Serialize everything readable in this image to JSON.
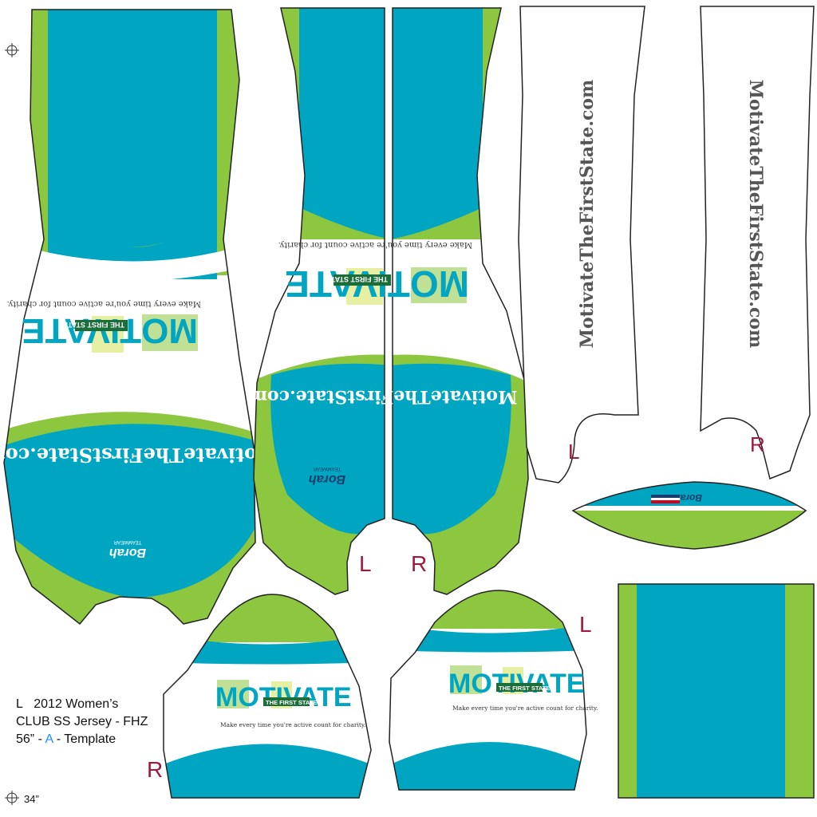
{
  "template": {
    "size": "L",
    "title_line1": "2012 Women’s",
    "title_line2": "CLUB SS Jersey - FHZ",
    "line3_prefix": "56” - ",
    "line3_variant": "A",
    "line3_suffix": " - Template",
    "bottom_dimension": "34”"
  },
  "branding": {
    "logo_word": "MOTIVATE",
    "logo_hash": "#",
    "logo_tag": "THE FIRST STATE",
    "tagline": "Make every time you're active count for charity.",
    "website": "MotivateTheFirstState.com",
    "sponsor": "Borah",
    "sponsor_sub": "TEAMWEAR"
  },
  "side_labels": {
    "left": "L",
    "right": "R"
  },
  "colors": {
    "teal": "#00a5c1",
    "green": "#8dc63f",
    "outline": "#222222",
    "label_red": "#9b1b3c",
    "logo_dark": "#1b6e3a",
    "text_gray": "#555555"
  }
}
